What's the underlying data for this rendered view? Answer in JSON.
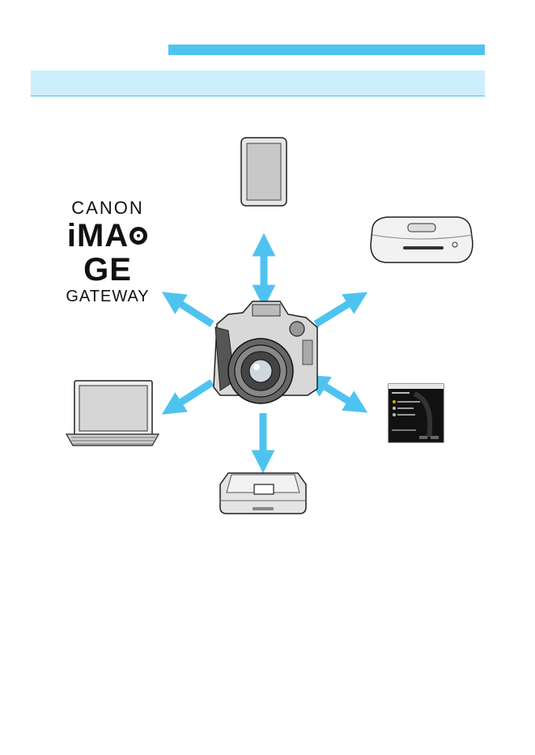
{
  "logo": {
    "line1": "CANON",
    "line2a": "iMA",
    "line2b": "GE",
    "line3": "GATEWAY"
  },
  "colors": {
    "accent": "#4fc3f0",
    "section_bg": "#cdeefd",
    "arrow": "#4fc3f0"
  },
  "nodes": [
    {
      "name": "smartphone-icon"
    },
    {
      "name": "connect-station-icon"
    },
    {
      "name": "canon-image-gateway-logo"
    },
    {
      "name": "camera-icon"
    },
    {
      "name": "computer-icon"
    },
    {
      "name": "eos-utility-software-icon"
    },
    {
      "name": "printer-icon"
    }
  ]
}
